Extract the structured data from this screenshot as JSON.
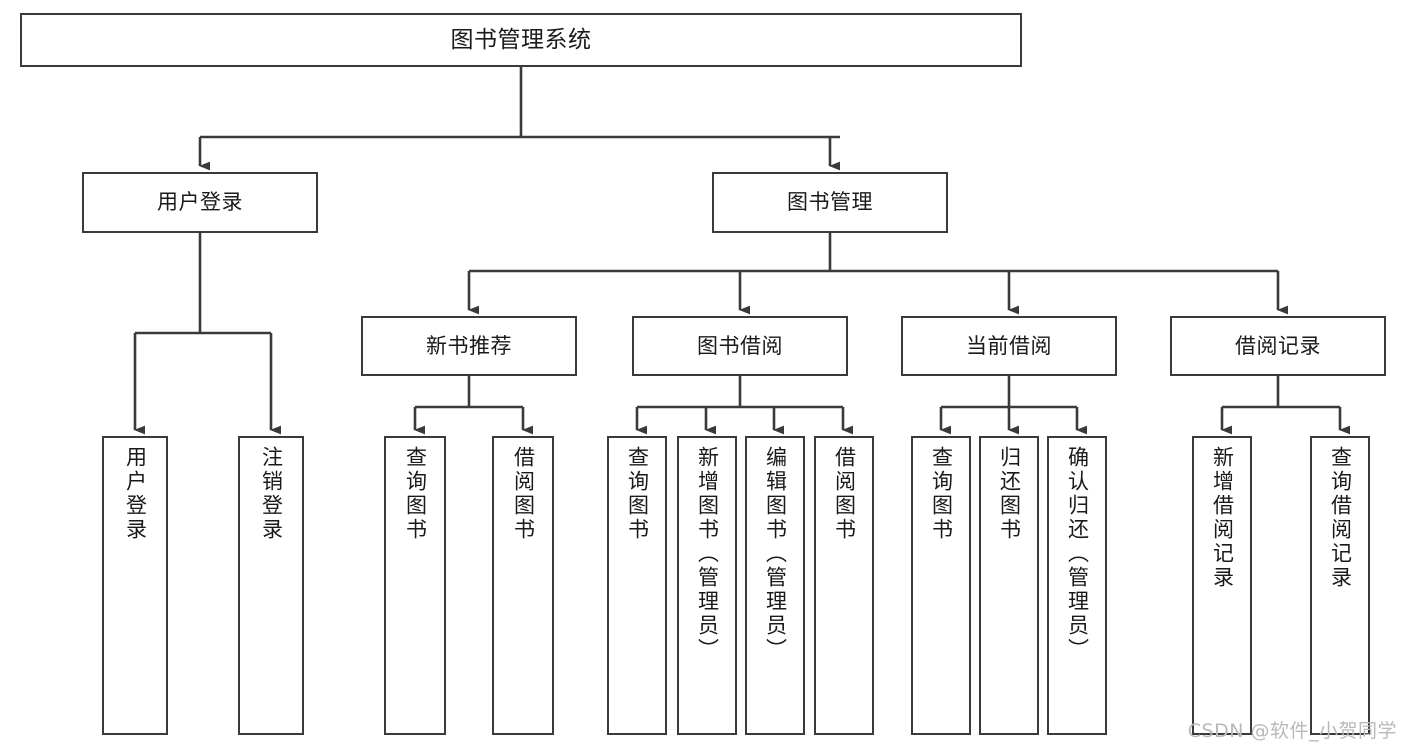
{
  "diagram": {
    "title": "图书管理系统",
    "type": "tree",
    "watermark": "CSDN @软件_小贺同学",
    "colors": {
      "box_border": "#3a3a3a",
      "box_fill": "#ffffff",
      "connector": "#3a3a3a",
      "text": "#1a1a1a",
      "watermark": "#b9b9b9",
      "background": "#ffffff"
    },
    "root": {
      "label": "图书管理系统"
    },
    "level2": [
      {
        "id": "user-login",
        "label": "用户登录"
      },
      {
        "id": "book-manage",
        "label": "图书管理"
      }
    ],
    "level3": [
      {
        "id": "new-book-recommend",
        "label": "新书推荐",
        "parent": "book-manage"
      },
      {
        "id": "book-borrow",
        "label": "图书借阅",
        "parent": "book-manage"
      },
      {
        "id": "current-borrow",
        "label": "当前借阅",
        "parent": "book-manage"
      },
      {
        "id": "borrow-record",
        "label": "借阅记录",
        "parent": "book-manage"
      }
    ],
    "leaves": {
      "user-login": [
        {
          "id": "leaf-user-login",
          "label": "用户登录"
        },
        {
          "id": "leaf-user-logout",
          "label": "注销登录"
        }
      ],
      "new-book-recommend": [
        {
          "id": "leaf-query-book-1",
          "label": "查询图书"
        },
        {
          "id": "leaf-borrow-book-1",
          "label": "借阅图书"
        }
      ],
      "book-borrow": [
        {
          "id": "leaf-query-book-2",
          "label": "查询图书"
        },
        {
          "id": "leaf-add-book",
          "label": "新增图书（管理员）"
        },
        {
          "id": "leaf-edit-book",
          "label": "编辑图书（管理员）"
        },
        {
          "id": "leaf-borrow-book-2",
          "label": "借阅图书"
        }
      ],
      "current-borrow": [
        {
          "id": "leaf-query-book-3",
          "label": "查询图书"
        },
        {
          "id": "leaf-return-book",
          "label": "归还图书"
        },
        {
          "id": "leaf-confirm-return",
          "label": "确认归还（管理员）"
        }
      ],
      "borrow-record": [
        {
          "id": "leaf-add-record",
          "label": "新增借阅记录"
        },
        {
          "id": "leaf-query-record",
          "label": "查询借阅记录"
        }
      ]
    }
  }
}
